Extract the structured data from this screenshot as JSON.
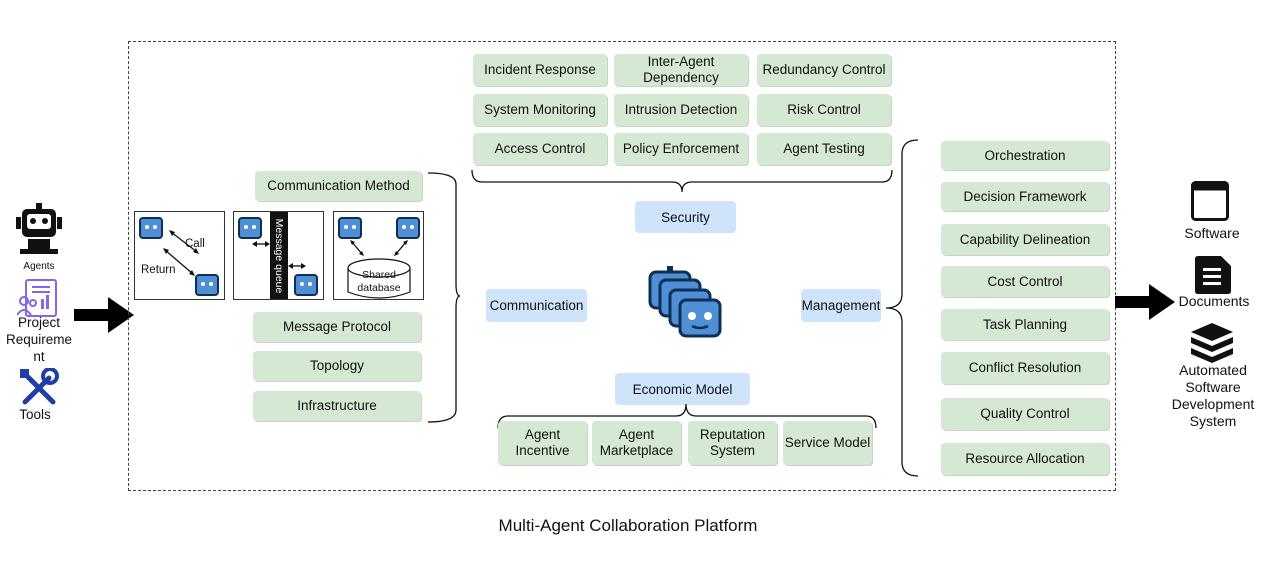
{
  "left": {
    "agents_label": "Agents",
    "project_label": "Project\nRequireme\nnt",
    "tools_label": "Tools"
  },
  "platform": {
    "caption": "Multi-Agent Collaboration Platform",
    "security": {
      "label": "Security",
      "items": [
        "Incident Response",
        "Inter-Agent\nDependency",
        "Redundancy Control",
        "System Monitoring",
        "Intrusion Detection",
        "Risk Control",
        "Access Control",
        "Policy Enforcement",
        "Agent Testing"
      ]
    },
    "communication": {
      "label": "Communication",
      "method_label": "Communication Method",
      "call_label": "Call",
      "return_label": "Return",
      "queue_label": "Message queue",
      "db_label": "Shared\ndatabase",
      "items": [
        "Message Protocol",
        "Topology",
        "Infrastructure"
      ]
    },
    "management": {
      "label": "Management",
      "items": [
        "Orchestration",
        "Decision Framework",
        "Capability Delineation",
        "Cost Control",
        "Task Planning",
        "Conflict Resolution",
        "Quality Control",
        "Resource Allocation"
      ]
    },
    "economic": {
      "label": "Economic Model",
      "items": [
        "Agent\nIncentive",
        "Agent\nMarketplace",
        "Reputation\nSystem",
        "Service Model"
      ]
    }
  },
  "right": {
    "software_label": "Software",
    "documents_label": "Documents",
    "automated_label": "Automated\nSoftware\nDevelopment\nSystem"
  }
}
